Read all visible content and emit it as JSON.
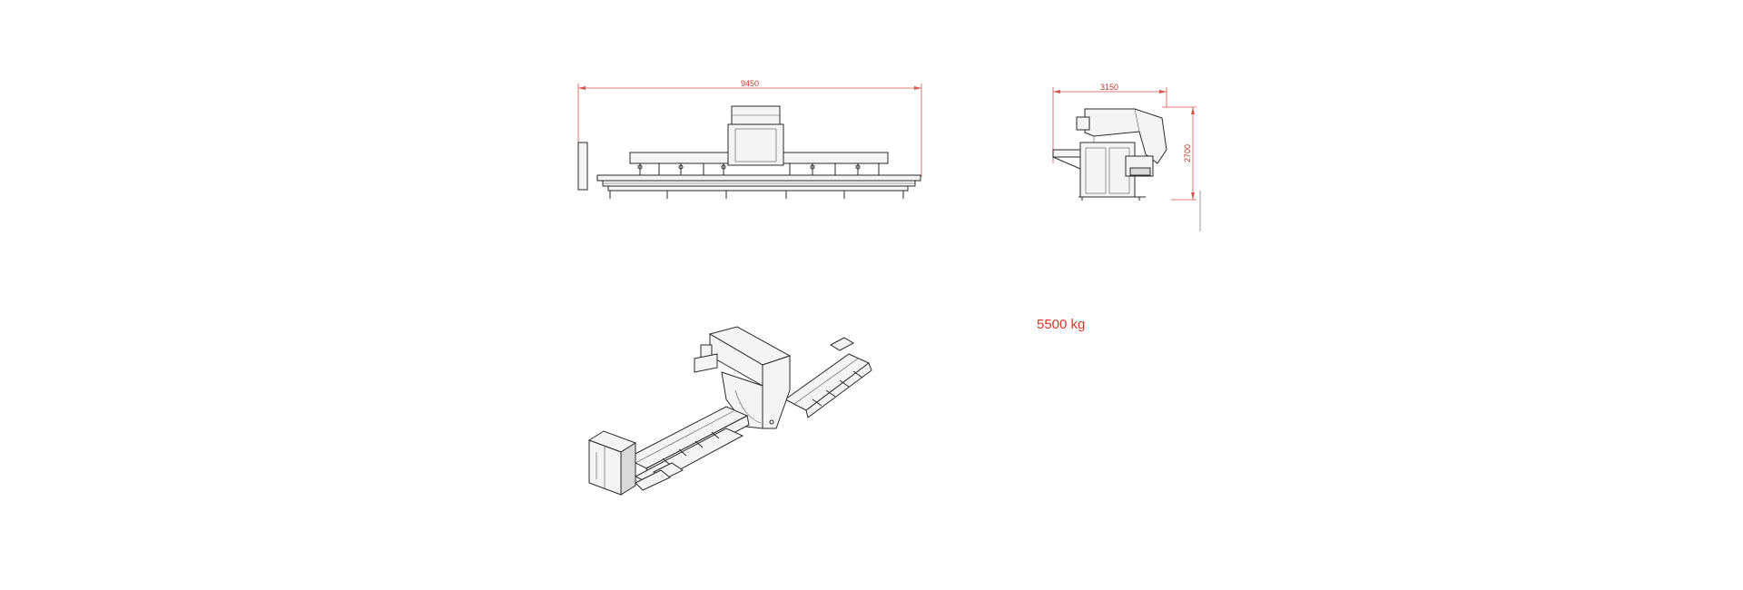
{
  "drawing": {
    "front_view": {
      "overall_length_dimension": "9450"
    },
    "side_view": {
      "overall_depth_dimension": "3150",
      "overall_height_dimension": "2700"
    },
    "isometric_view": {},
    "machine_weight_label": "5500 kg",
    "colors": {
      "dimension": "#d9534f",
      "weight_text": "#d9362b",
      "line_art": "#2a2a2a",
      "background": "#ffffff"
    }
  }
}
